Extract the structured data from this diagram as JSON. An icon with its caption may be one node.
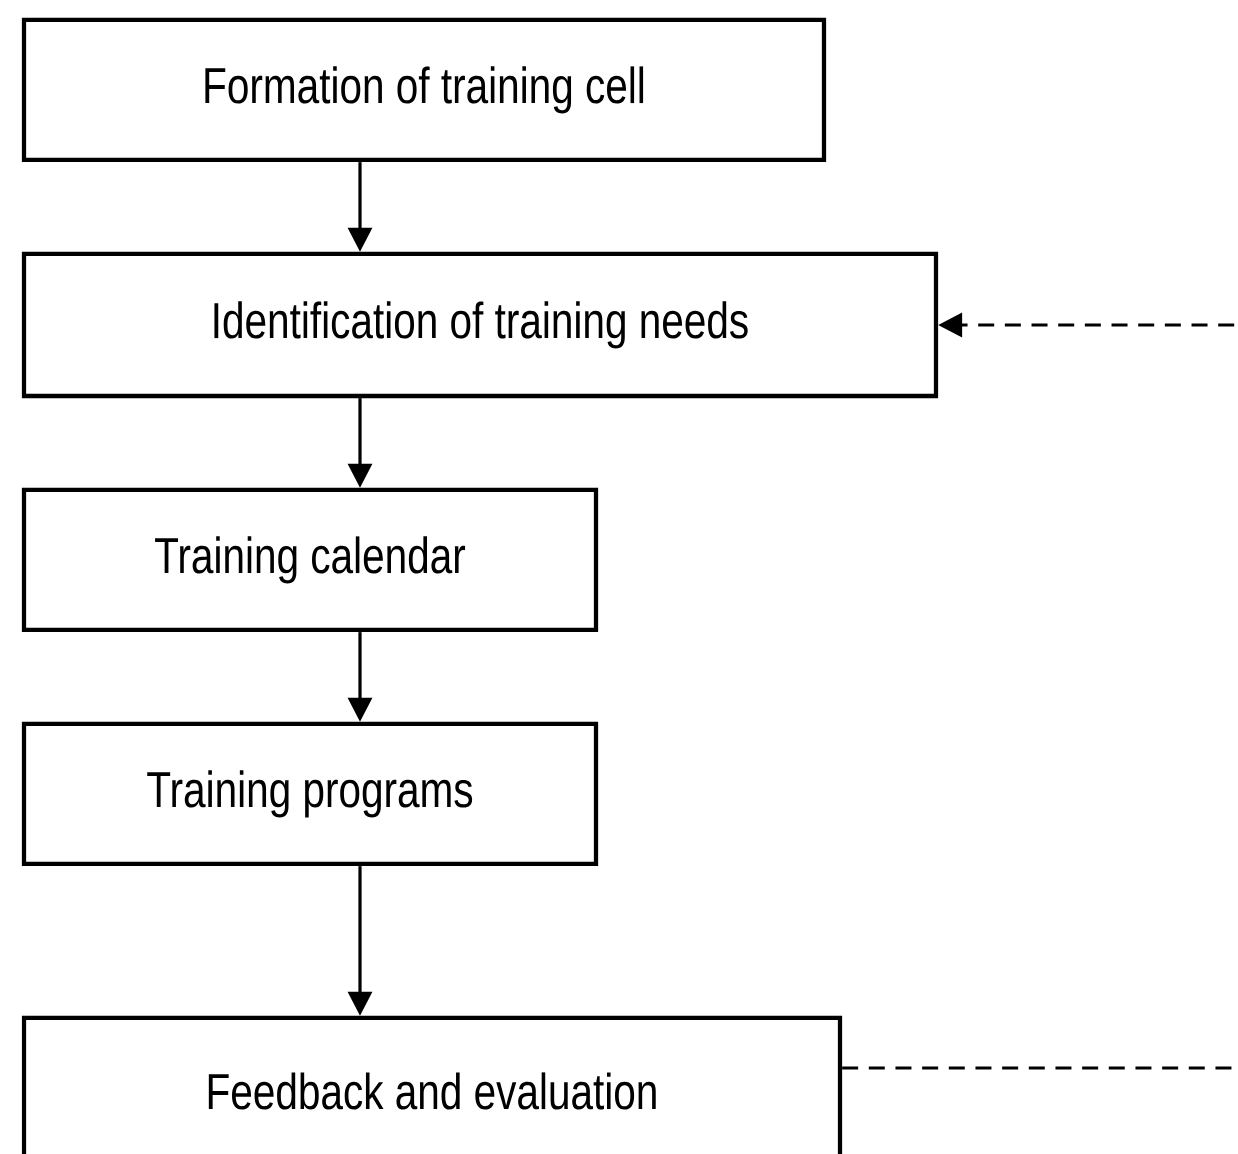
{
  "diagram": {
    "nodes": [
      {
        "text": [
          "Formation of training cell"
        ]
      },
      {
        "text": [
          "Identification of training needs"
        ]
      },
      {
        "text": [
          "Training calendar"
        ]
      },
      {
        "text": [
          "Training programs"
        ]
      },
      {
        "text": [
          "Feedback and evaluation"
        ]
      }
    ],
    "edges": [
      {
        "from": 0,
        "to": 1,
        "arrow": "to"
      },
      {
        "from": 1,
        "to": 2,
        "arrow": "to"
      },
      {
        "from": 2,
        "to": 3,
        "arrow": "to"
      },
      {
        "from": 3,
        "to": 4,
        "arrow": "to"
      },
      {
        "from": 4,
        "to": 1,
        "arrow": "to",
        "style": "dashed"
      }
    ]
  }
}
